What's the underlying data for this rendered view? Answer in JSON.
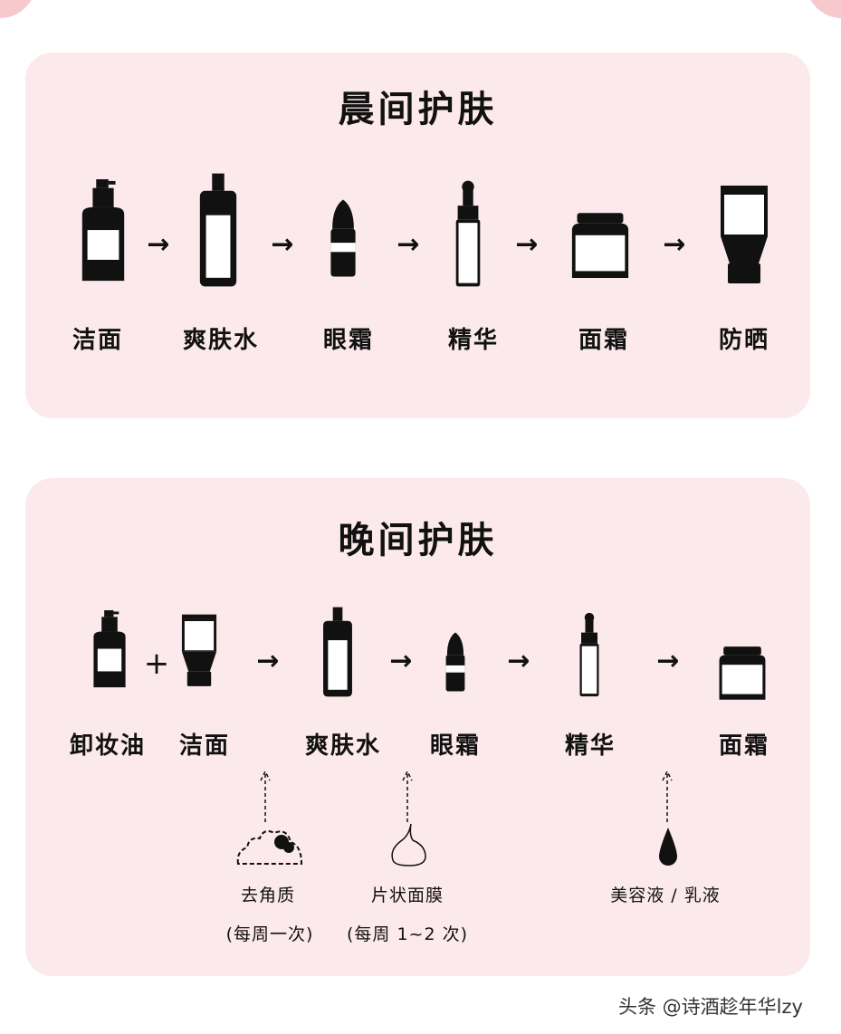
{
  "morning": {
    "title": "晨间护肤",
    "steps": [
      "洁面",
      "爽肤水",
      "眼霜",
      "精华",
      "面霜",
      "防晒"
    ],
    "arrow": "→"
  },
  "evening": {
    "title": "晚间护肤",
    "steps": [
      "卸妆油",
      "洁面",
      "爽肤水",
      "眼霜",
      "精华",
      "面霜"
    ],
    "plus": "+",
    "arrow": "→",
    "extras": [
      {
        "name": "去角质",
        "freq": "(每周一次)"
      },
      {
        "name": "片状面膜",
        "freq": "(每周 1~2 次)"
      },
      {
        "name": "美容液 / 乳液"
      }
    ]
  },
  "watermark": "头条 @诗酒趁年华lzy",
  "colors": {
    "panel": "#fce9eb",
    "ink": "#111111"
  }
}
